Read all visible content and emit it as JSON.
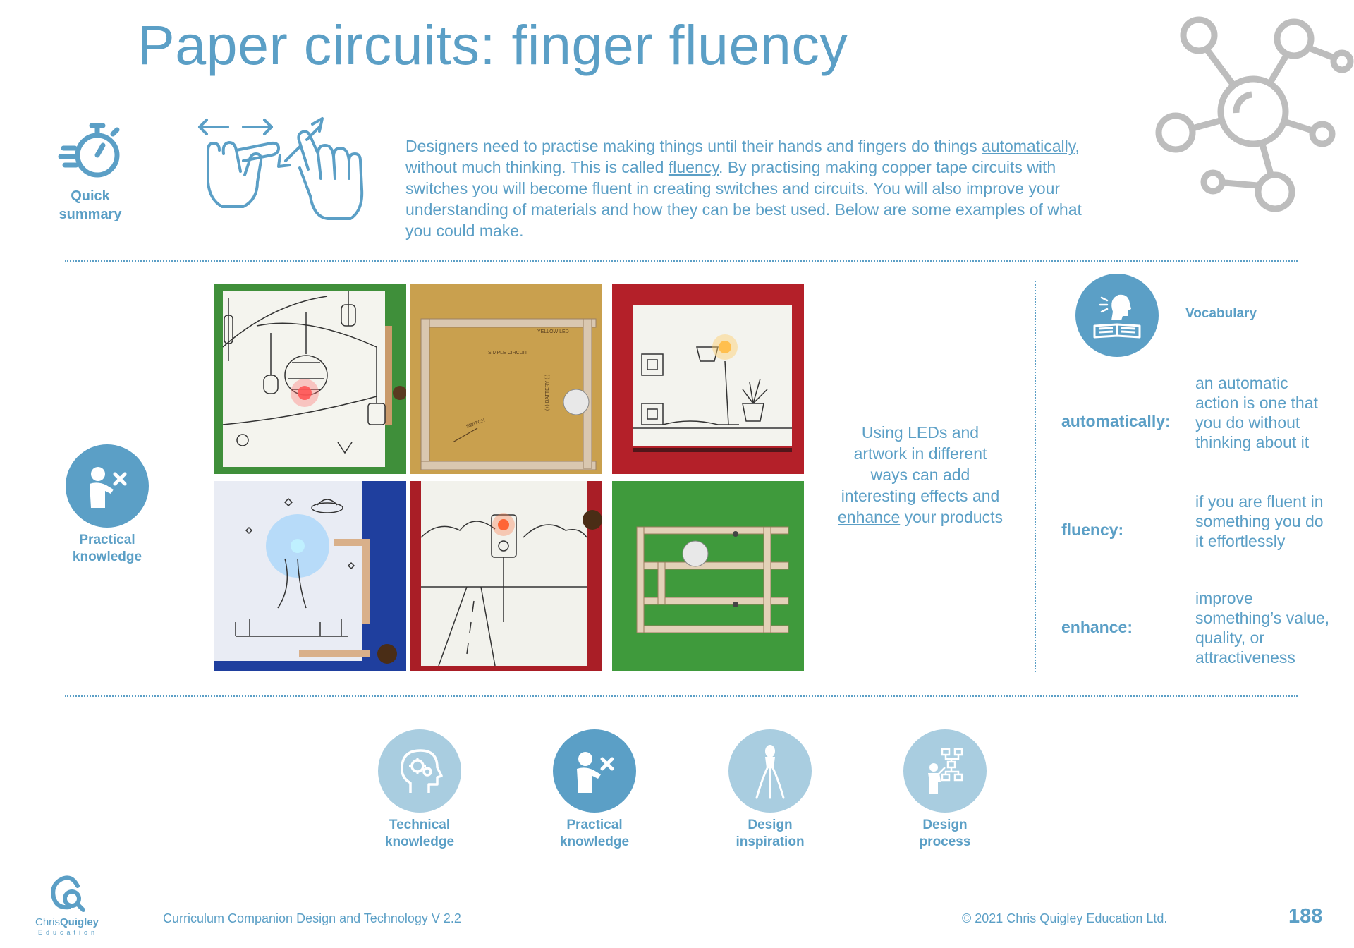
{
  "page": {
    "title": "Paper circuits: finger fluency",
    "page_number": "188"
  },
  "summary": {
    "label_line1": "Quick",
    "label_line2": "summary",
    "intro_p1": "Designers need to practise making things until their hands and fingers do things ",
    "intro_link1": "automatically",
    "intro_p2": ", without much thinking.  This is called ",
    "intro_link2": "fluency",
    "intro_p3": ". By practising making copper tape circuits with switches you will become fluent in creating switches and circuits.  You will also improve your understanding of materials and how they can be best used.  Below are some examples of what you could make."
  },
  "practical": {
    "label_line1": "Practical",
    "label_line2": "knowledge"
  },
  "side_text": {
    "p1": "Using LEDs and artwork in different ways can add interesting effects and ",
    "link": "enhance",
    "p2": " your products"
  },
  "vocabulary": {
    "heading": "Vocabulary",
    "items": [
      {
        "term": "automatically:",
        "definition": "an automatic action is one that you do without thinking about it"
      },
      {
        "term": "fluency:",
        "definition": "if you are fluent in something you do it effortlessly"
      },
      {
        "term": "enhance:",
        "definition": "improve something’s value, quality, or attractiveness"
      }
    ]
  },
  "categories": [
    {
      "line1": "Technical",
      "line2": "knowledge",
      "icon": "head-gears-icon",
      "color": "#a9cde0"
    },
    {
      "line1": "Practical",
      "line2": "knowledge",
      "icon": "person-tool-icon",
      "color": "#5b9fc6"
    },
    {
      "line1": "Design",
      "line2": "inspiration",
      "icon": "lemon-squeezer-icon",
      "color": "#a9cde0"
    },
    {
      "line1": "Design",
      "line2": "process",
      "icon": "person-flowchart-icon",
      "color": "#a9cde0"
    }
  ],
  "photos": [
    {
      "name": "photo-lanterns",
      "bg": "#3f8f3a",
      "led": "#ff4a4a"
    },
    {
      "name": "photo-simple-circuit",
      "bg": "#c8a04a",
      "led": "none"
    },
    {
      "name": "photo-lamp",
      "bg": "#b8232d",
      "led": "#ffb23a"
    },
    {
      "name": "photo-ufo",
      "bg": "#1f3f9e",
      "led": "#37c8ff"
    },
    {
      "name": "photo-traffic-light",
      "bg": "#a91e26",
      "led": "#ff5a2a"
    },
    {
      "name": "photo-switch-board",
      "bg": "#3f9a3c",
      "led": "none"
    }
  ],
  "photo_text": {
    "simple_circuit": "SIMPLE CIRCUIT",
    "yellow_led": "YELLOW LED",
    "switch": "SWITCH",
    "battery": "(+) BATTERY (-)"
  },
  "footer": {
    "brand_name_1": "Chris",
    "brand_name_2": "Quigley",
    "brand_sub": "Education",
    "doc_title": "Curriculum Companion Design and Technology V 2.2",
    "copyright": "© 2021 Chris Quigley Education Ltd."
  },
  "colors": {
    "accent": "#5b9fc6",
    "light_accent": "#a9cde0",
    "network_grey": "#bdbdbd"
  }
}
